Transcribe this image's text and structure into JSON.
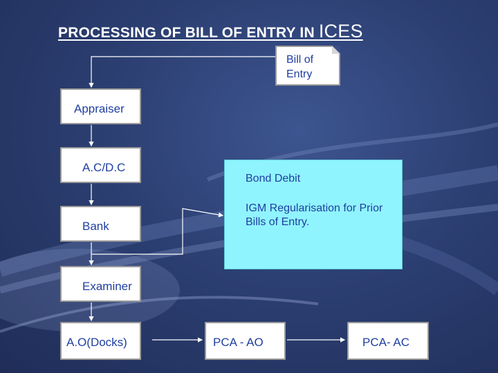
{
  "title": {
    "main": "PROCESSING OF BILL OF ENTRY IN ",
    "suffix": "ICES"
  },
  "nodes": {
    "bill_line1": "Bill of",
    "bill_line2": "Entry",
    "appraiser": "Appraiser",
    "acdc": "A.C/D.C",
    "bank": "Bank",
    "examiner": "Examiner",
    "aodocks": "A.O(Docks)",
    "pcaao": "PCA - AO",
    "pcaac": "PCA- AC"
  },
  "panel": {
    "bond": "Bond Debit",
    "igm": "IGM Regularisation for Prior Bills of Entry."
  },
  "colors": {
    "background": "#2c3f72",
    "box_text": "#1f3f9f",
    "panel": "#90f4ff"
  }
}
